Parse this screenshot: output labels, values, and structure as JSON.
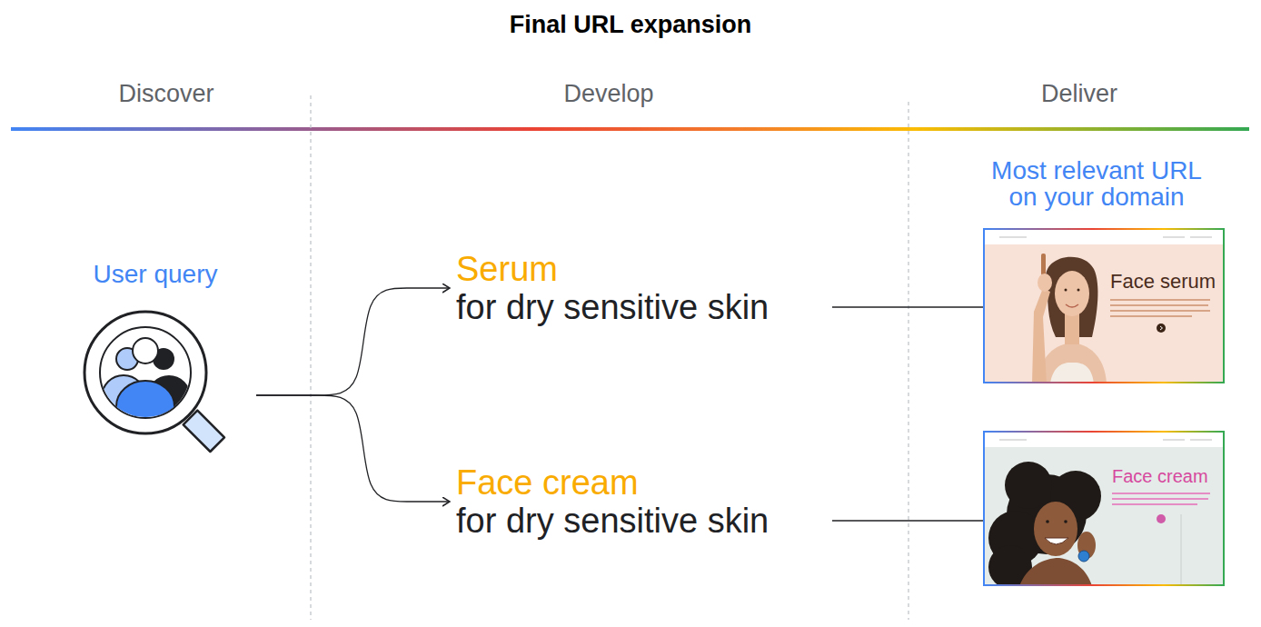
{
  "diagram": {
    "title": "Final URL expansion",
    "nodes": [
      {
        "text": [
          "User query"
        ]
      },
      {
        "text": [
          "Serum",
          "for dry sensitive skin"
        ]
      },
      {
        "text": [
          "Face cream",
          "for dry sensitive skin"
        ]
      },
      {
        "text": [
          "Face serum"
        ]
      },
      {
        "text": [
          "Face cream"
        ]
      }
    ],
    "edges": [
      {
        "from": 0,
        "to": 1,
        "arrow": "to"
      },
      {
        "from": 0,
        "to": 2,
        "arrow": "to"
      },
      {
        "from": 1,
        "to": 3,
        "arrow": "none"
      },
      {
        "from": 2,
        "to": 4,
        "arrow": "none"
      }
    ],
    "labels": [
      "Discover",
      "Develop",
      "Deliver",
      "Most relevant URL on your domain"
    ]
  }
}
